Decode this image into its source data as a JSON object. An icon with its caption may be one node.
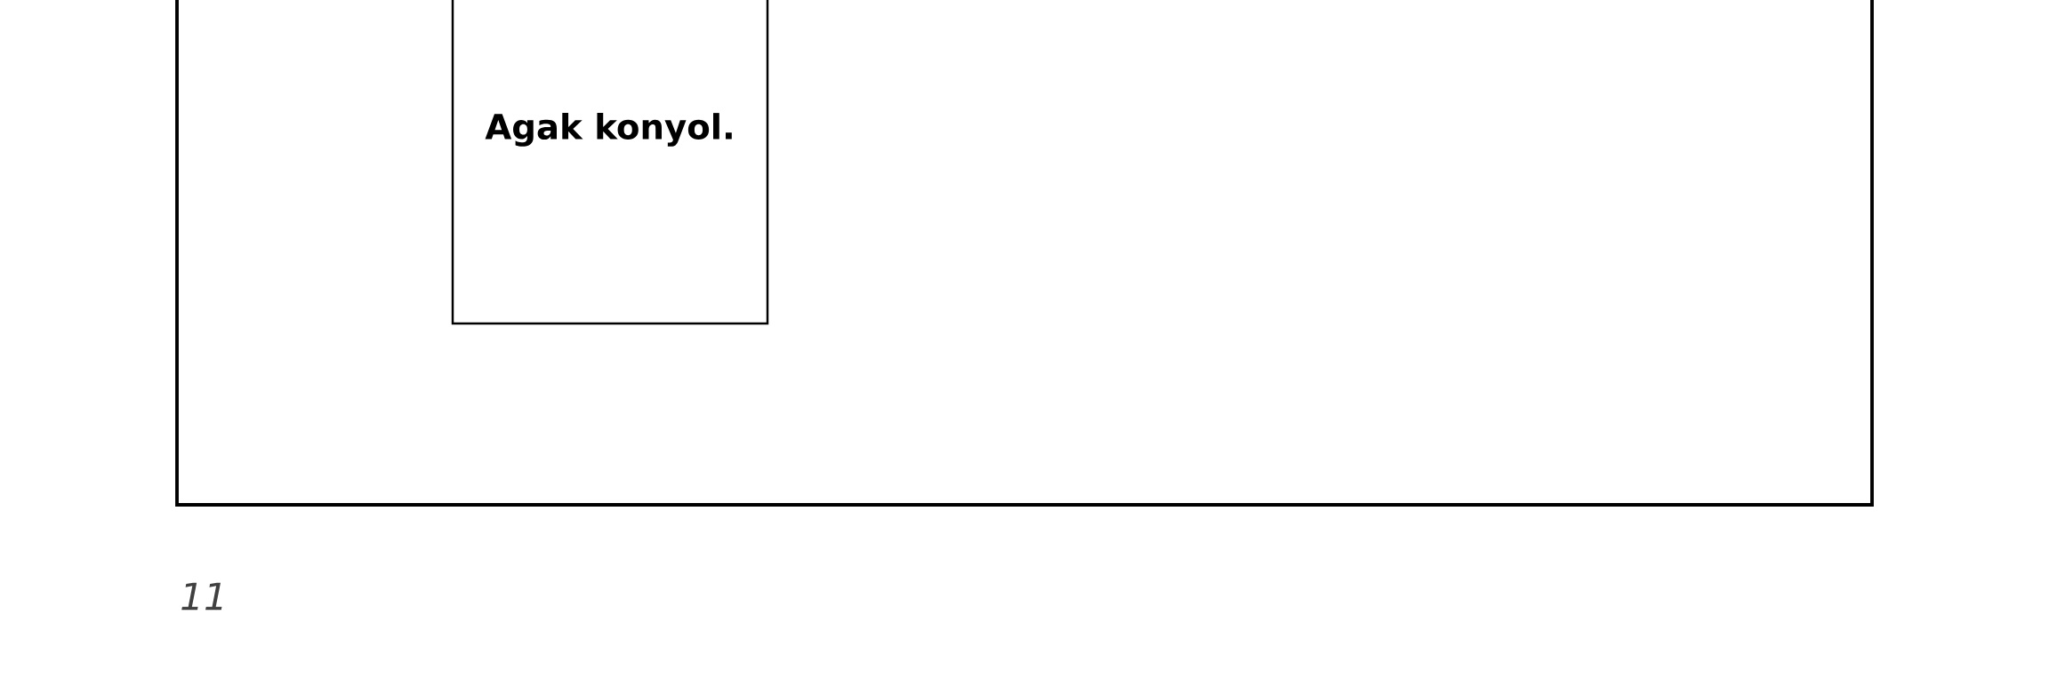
{
  "diagram": {
    "nodes": [
      {
        "text": [],
        "shape": "box"
      },
      {
        "text": [
          "Agak konyol."
        ],
        "in": 0
      }
    ],
    "labels": [
      "11"
    ]
  }
}
